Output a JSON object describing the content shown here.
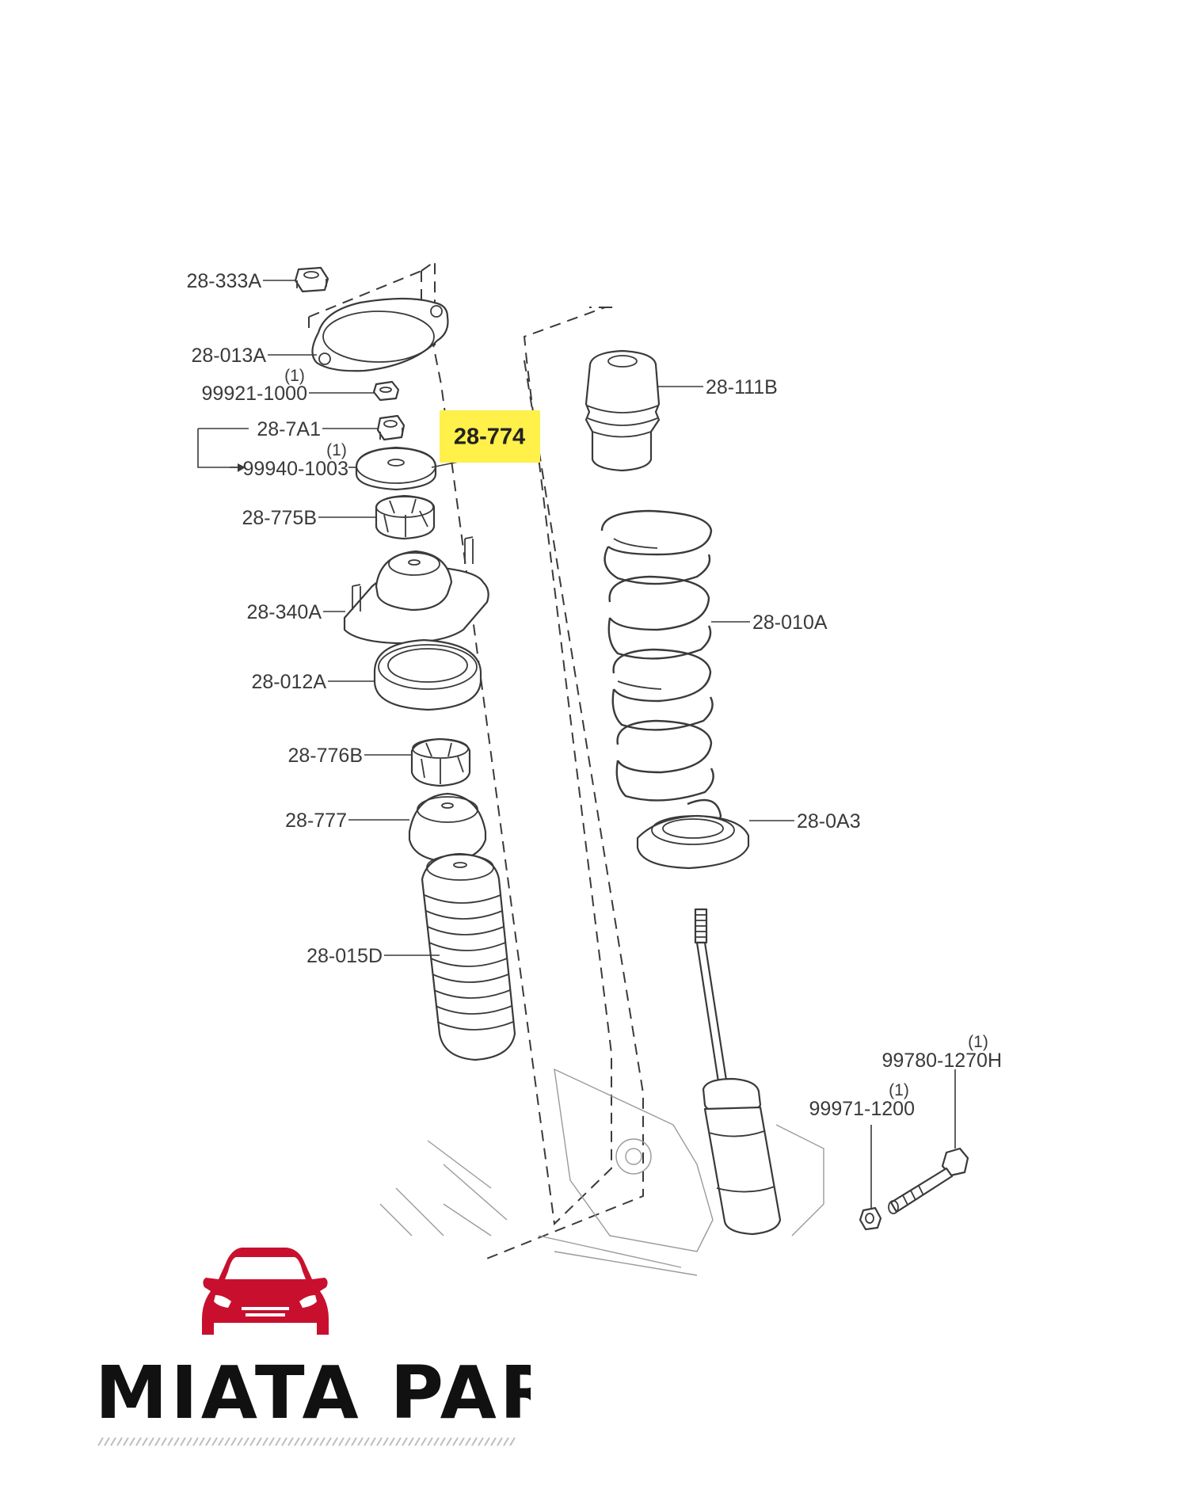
{
  "labels": {
    "p28_333A": "28-333A",
    "p28_013A": "28-013A",
    "p99921_1000": "99921-1000",
    "p28_7A1": "28-7A1",
    "p99940_1003": "99940-1003",
    "p28_775B": "28-775B",
    "p28_340A": "28-340A",
    "p28_012A": "28-012A",
    "p28_776B": "28-776B",
    "p28_777": "28-777",
    "p28_015D": "28-015D",
    "p28_111B": "28-111B",
    "p28_010A": "28-010A",
    "p28_0A3": "28-0A3",
    "p99780_1270H": "99780-1270H",
    "p99971_1200": "99971-1200"
  },
  "quantities": {
    "q99921_1000": "(1)",
    "q99940_1003": "(1)",
    "q99780_1270H": "(1)",
    "q99971_1200": "(1)"
  },
  "highlight": {
    "label": "28-774",
    "color": "#fff04a"
  },
  "brand": {
    "name": "MIATA PARTS",
    "accent_color": "#c8102e",
    "icon": "car-front-icon"
  }
}
